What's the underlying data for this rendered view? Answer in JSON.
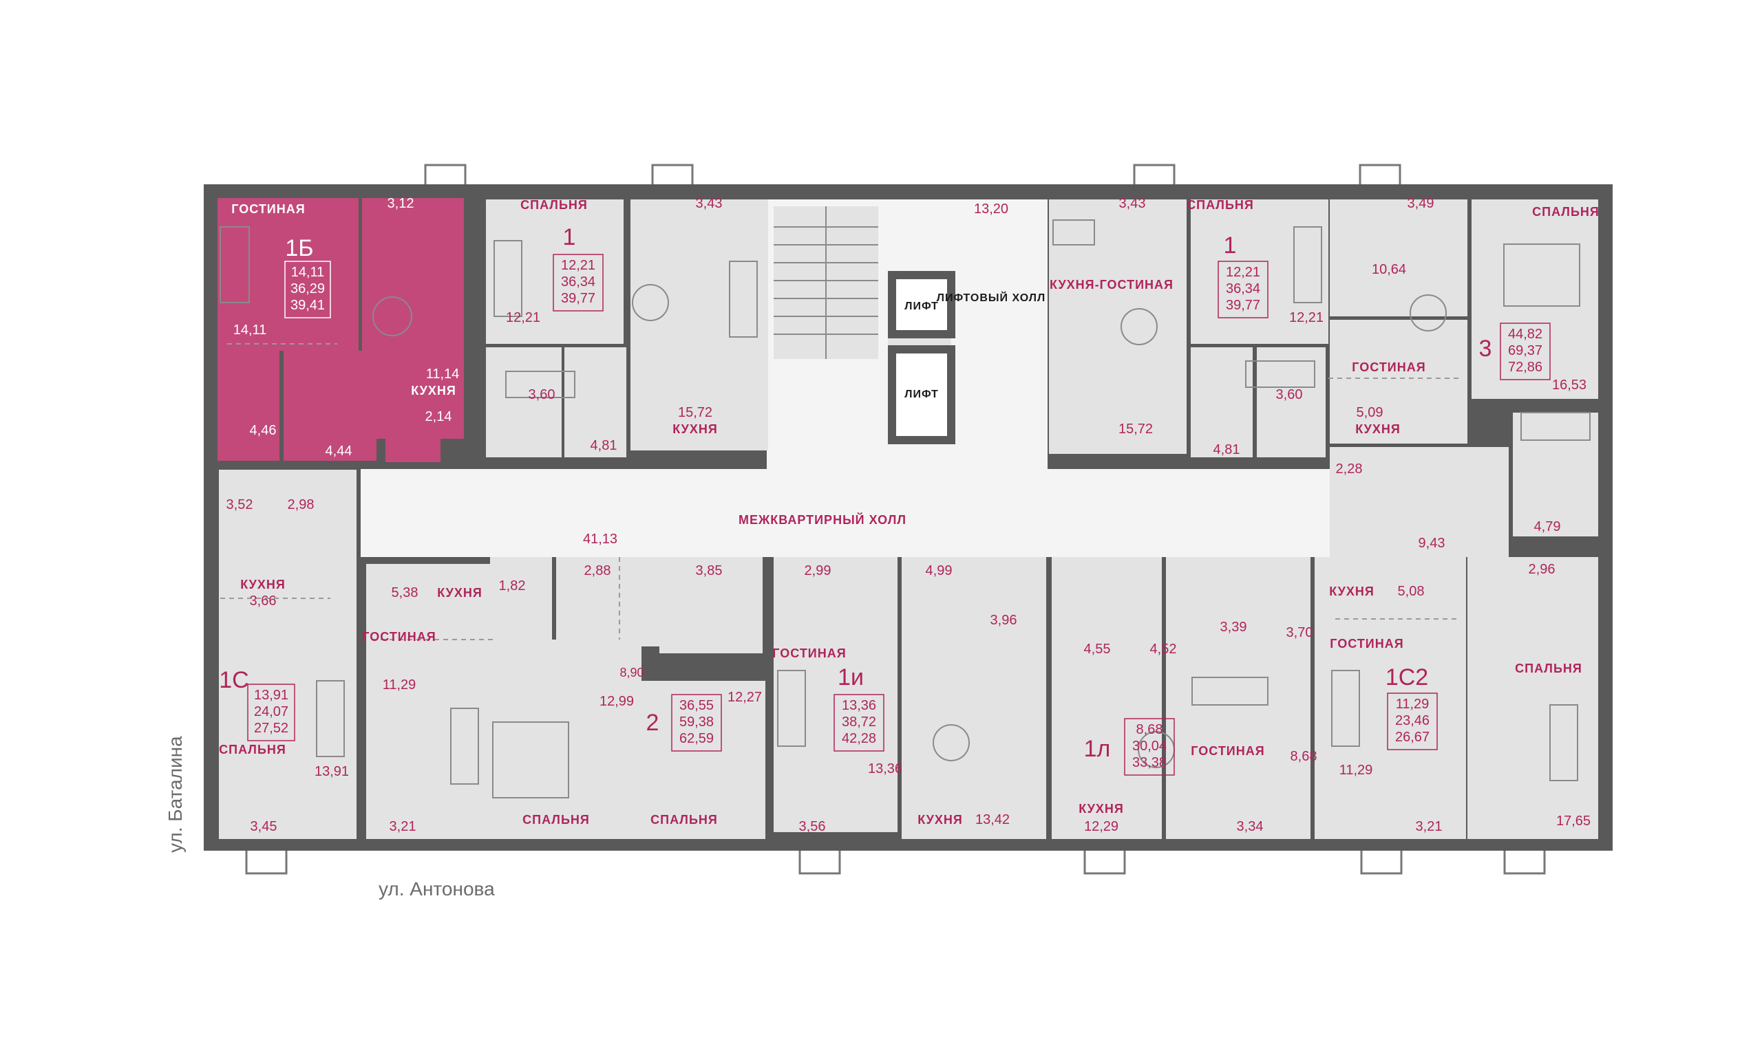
{
  "streets": {
    "west": "ул. Баталина",
    "south": "ул. Антонова"
  },
  "common": {
    "lift_hall": "ЛИФТОВЫЙ ХОЛЛ",
    "lift_hall_area": "13,20",
    "lift_1": "ЛИФТ",
    "lift_2": "ЛИФТ",
    "corridor": "МЕЖКВАРТИРНЫЙ ХОЛЛ",
    "corridor_area": "41,13"
  },
  "apartments": [
    {
      "code": "1Б",
      "living": "14,11",
      "total": "36,29",
      "total_balcony": "39,41"
    },
    {
      "code": "1",
      "living": "12,21",
      "total": "36,34",
      "total_balcony": "39,77"
    },
    {
      "code": "1",
      "living": "12,21",
      "total": "36,34",
      "total_balcony": "39,77"
    },
    {
      "code": "3",
      "living": "44,82",
      "total": "69,37",
      "total_balcony": "72,86"
    },
    {
      "code": "1С",
      "living": "13,91",
      "total": "24,07",
      "total_balcony": "27,52"
    },
    {
      "code": "2",
      "living": "36,55",
      "total": "59,38",
      "total_balcony": "62,59"
    },
    {
      "code": "1и",
      "living": "13,36",
      "total": "38,72",
      "total_balcony": "42,28"
    },
    {
      "code": "1л",
      "living": "8,68",
      "total": "30,04",
      "total_balcony": "33,38"
    },
    {
      "code": "1С2",
      "living": "11,29",
      "total": "23,46",
      "total_balcony": "26,67"
    }
  ],
  "room_names": {
    "living_room": "ГОСТИНАЯ",
    "bedroom": "СПАЛЬНЯ",
    "kitchen": "КУХНЯ",
    "kitchen_living": "КУХНЯ-ГОСТИНАЯ"
  },
  "room_areas": {
    "a1b_balcony": "3,12",
    "a1b_living": "14,11",
    "a1b_kitchen": "11,14",
    "a1b_bath": "4,46",
    "a1b_hall": "4,44",
    "a1b_store": "2,14",
    "a1l_bed": "12,21",
    "a1l_bath": "3,60",
    "a1l_hall": "4,81",
    "a1l_kitchen": "15,72",
    "a1l_balcony": "3,43",
    "a1r_balcony": "3,43",
    "a1r_kitchen": "15,72",
    "a1r_bath": "3,60",
    "a1r_hall": "4,81",
    "a1r_bed": "12,21",
    "a3_balcony": "3,49",
    "a3_living": "10,64",
    "a3_kitchen": "5,09",
    "a3_store": "2,28",
    "a3_bed1": "16,53",
    "a3_bath": "4,79",
    "a3_hall": "9,43",
    "a3_wc": "2,96",
    "a3_bed2": "17,65",
    "a1c_bath": "3,52",
    "a1c_hall": "2,98",
    "a1c_kitchen": "3,66",
    "a1c_bed": "13,91",
    "a1c_balcony": "3,45",
    "a2_kitchen": "5,38",
    "a2_store": "1,82",
    "a2_hall": "2,88",
    "a2_bath": "3,85",
    "a2_living": "11,29",
    "a2_corr": "8,90",
    "a2_bed1": "12,99",
    "a2_bed2": "12,27",
    "a2_balcony": "3,21",
    "a1i_hall": "2,99",
    "a1i_bed": "13,36",
    "a1i_balcony": "3,56",
    "a1i_store": "4,99",
    "a1i_bath": "3,96",
    "a1i_kitchen": "13,42",
    "a1lr_hall": "4,55",
    "a1lr_store": "4,52",
    "a1lr_kitchen": "12,29",
    "a1lr_bath": "3,39",
    "a1lr_corr": "3,70",
    "a1lr_living": "8,68",
    "a1lr_balcony": "3,34",
    "a1c2_kitchen": "5,08",
    "a1c2_bed": "11,29",
    "a1c2_balcony": "3,21"
  },
  "colors": {
    "highlight": "#c3497a",
    "accent_text": "#b0245a",
    "wall": "#595959",
    "room": "#e3e3e3",
    "hall": "#f4f4f4"
  }
}
